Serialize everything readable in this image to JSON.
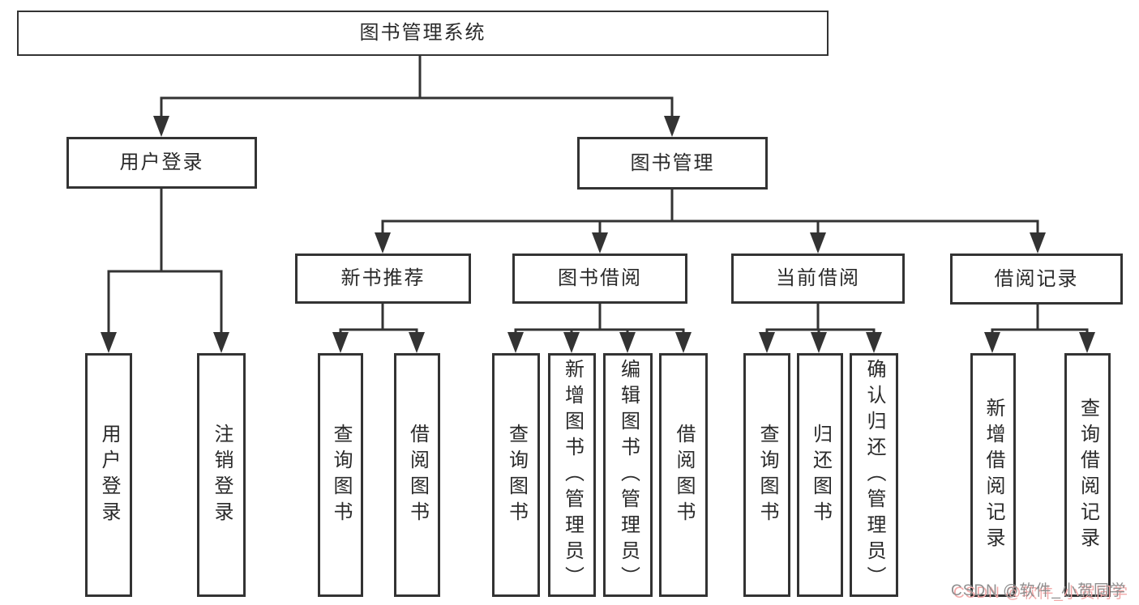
{
  "colors": {
    "line": "#333333",
    "box_border": "#333333",
    "text": "#2a2a2a",
    "background": "#ffffff",
    "watermark_text": "#8f8f8f",
    "watermark_accent": "#f2a9a9"
  },
  "tree": {
    "root": {
      "label": "图书管理系统"
    },
    "children": [
      {
        "label": "用户登录",
        "children": [
          {
            "label": "用户登录"
          },
          {
            "label": "注销登录"
          }
        ]
      },
      {
        "label": "图书管理",
        "children": [
          {
            "label": "新书推荐",
            "children": [
              {
                "label": "查询图书"
              },
              {
                "label": "借阅图书"
              }
            ]
          },
          {
            "label": "图书借阅",
            "children": [
              {
                "label": "查询图书"
              },
              {
                "label": "新增图书（管理员）"
              },
              {
                "label": "编辑图书（管理员）"
              },
              {
                "label": "借阅图书"
              }
            ]
          },
          {
            "label": "当前借阅",
            "children": [
              {
                "label": "查询图书"
              },
              {
                "label": "归还图书"
              },
              {
                "label": "确认归还（管理员）"
              }
            ]
          },
          {
            "label": "借阅记录",
            "children": [
              {
                "label": "新增借阅记录"
              },
              {
                "label": "查询借阅记录"
              }
            ]
          }
        ]
      }
    ]
  },
  "watermark": {
    "text": "CSDN @软件_小贺同学"
  }
}
